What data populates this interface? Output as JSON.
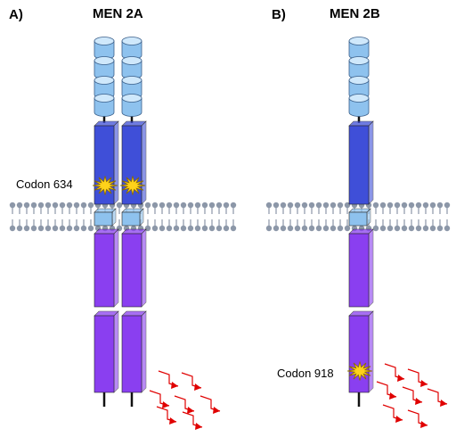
{
  "panels": [
    {
      "label": "A)",
      "title": "MEN 2A",
      "codon_label": "Codon 634"
    },
    {
      "label": "B)",
      "title": "MEN 2B",
      "codon_label": "Codon 918"
    }
  ],
  "colors": {
    "cadherin_light": "#cfe8fb",
    "cadherin_mid": "#8ec2ee",
    "cysteine_blue": "#3f4fd8",
    "transmembrane": "#8ec2ee",
    "kinase_purple": "#8a3ff0",
    "membrane_gray": "#8c97a8",
    "star_yellow": "#ffd21a",
    "signal_red": "#e00000"
  }
}
